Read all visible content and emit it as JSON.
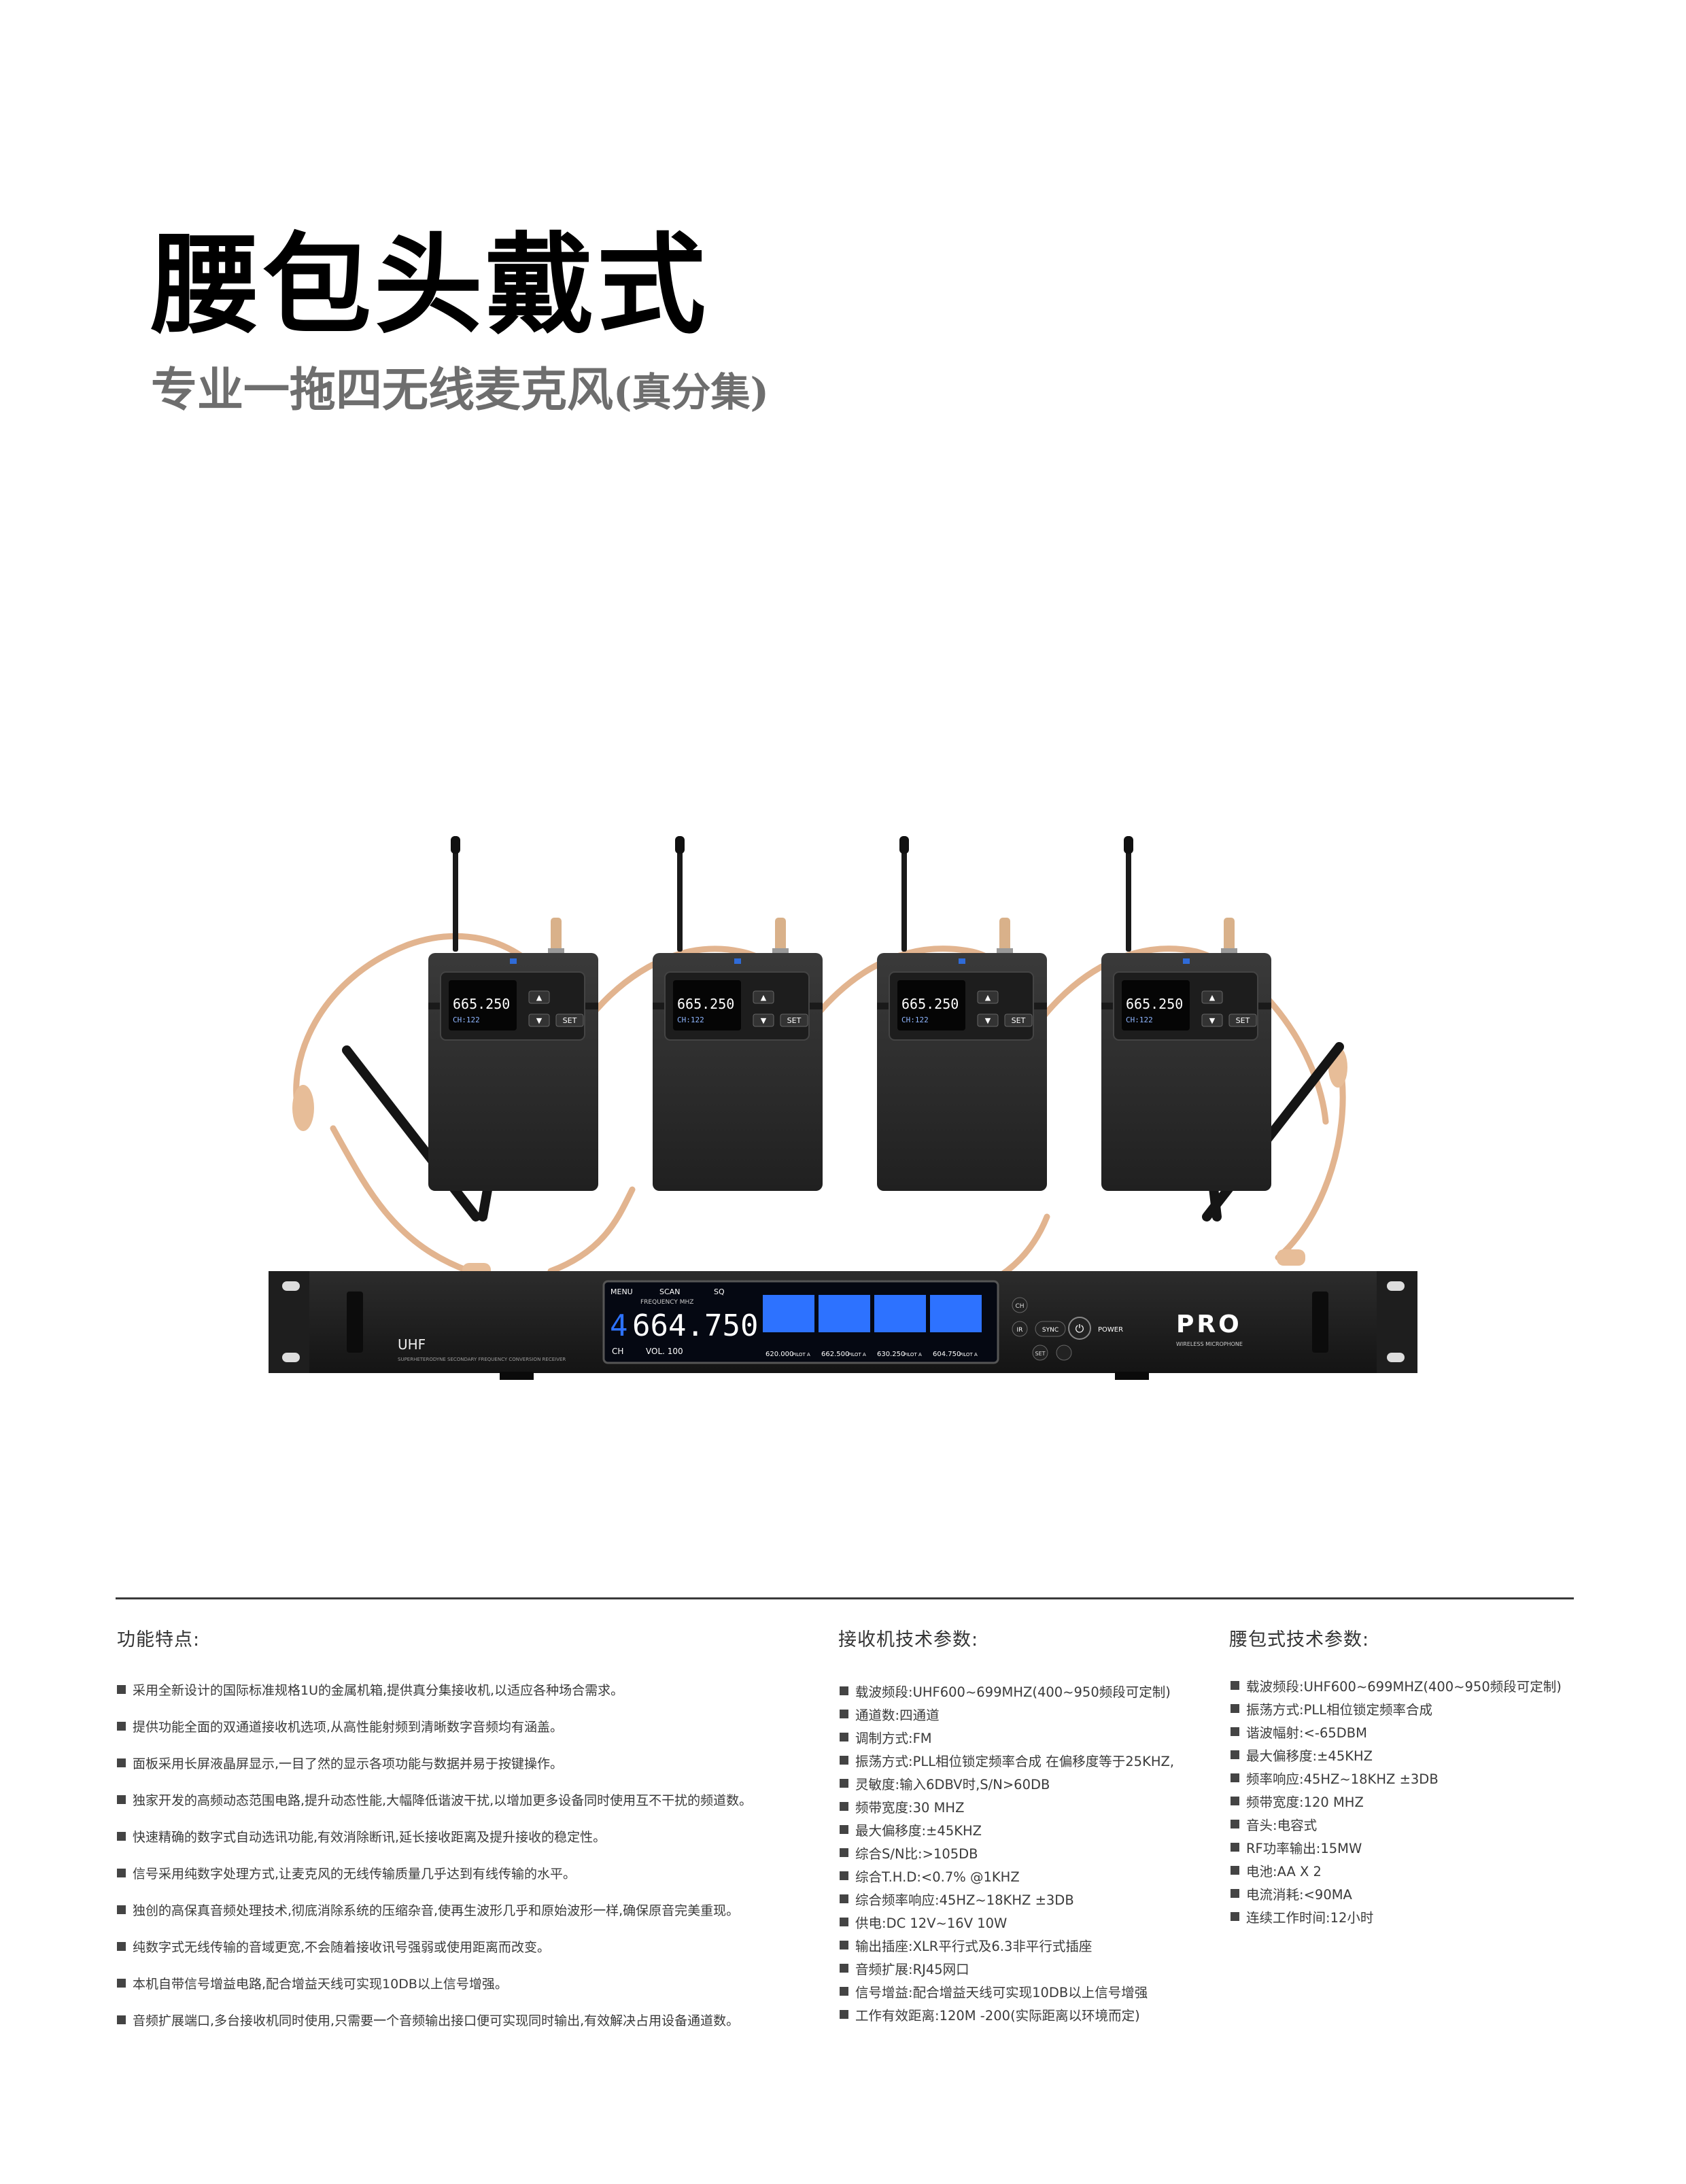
{
  "header": {
    "title": "腰包头戴式",
    "subtitle": "专业一拖四无线麦克风",
    "subtitle_paren": "(真分集)"
  },
  "product": {
    "pack_display_freq": "665.250",
    "pack_display_ch": "CH:122",
    "pack_up_label": "▲",
    "pack_down_label": "▼",
    "pack_set_label": "SET",
    "receiver_band": "UHF",
    "receiver_tagline": "SUPERHETERODYNE SECONDARY FREQUENCY CONVERSION RECEIVER",
    "lcd_menu": "MENU",
    "lcd_scan": "SCAN",
    "lcd_sq": "SQ",
    "lcd_freq_label": "FREQUENCY MHZ",
    "lcd_channel": "4",
    "lcd_freq": "664.750",
    "lcd_ch": "CH",
    "lcd_vol": "VOL. 100",
    "channel_freqs": [
      "620.000",
      "662.500",
      "630.250",
      "604.750"
    ],
    "channel_pilot": "PILOT A",
    "btn_ch": "CH",
    "btn_ir": "IR",
    "btn_sync": "SYNC",
    "btn_set": "SET",
    "power_label": "POWER",
    "brand_logo": "PRO",
    "brand_sub": "WIRELESS MICROPHONE"
  },
  "sections": {
    "features_title": "功能特点:",
    "receiver_title": "接收机技术参数:",
    "bodypack_title": "腰包式技术参数:"
  },
  "features": [
    "采用全新设计的国际标准规格1U的金属机箱,提供真分集接收机,以适应各种场合需求。",
    "提供功能全面的双通道接收机选项,从高性能射频到清晰数字音频均有涵盖。",
    "面板采用长屏液晶屏显示,一目了然的显示各项功能与数据并易于按键操作。",
    "独家开发的高频动态范围电路,提升动态性能,大幅降低谐波干扰,以增加更多设备同时使用互不干扰的频道数。",
    "快速精确的数字式自动选讯功能,有效消除断讯,延长接收距离及提升接收的稳定性。",
    "信号采用纯数字处理方式,让麦克风的无线传输质量几乎达到有线传输的水平。",
    "独创的高保真音频处理技术,彻底消除系统的压缩杂音,使再生波形几乎和原始波形一样,确保原音完美重现。",
    "纯数字式无线传输的音域更宽,不会随着接收讯号强弱或使用距离而改变。",
    "本机自带信号增益电路,配合增益天线可实现10DB以上信号增强。",
    "音频扩展端口,多台接收机同时使用,只需要一个音频输出接口便可实现同时输出,有效解决占用设备通道数。"
  ],
  "receiver_specs": [
    "载波频段:UHF600~699MHZ(400~950频段可定制)",
    "通道数:四通道",
    "调制方式:FM",
    "振荡方式:PLL相位锁定频率合成 在偏移度等于25KHZ,",
    "灵敏度:输入6DBV时,S/N>60DB",
    "频带宽度:30 MHZ",
    "最大偏移度:±45KHZ",
    "综合S/N比:>105DB",
    "综合T.H.D:<0.7% @1KHZ",
    "综合频率响应:45HZ~18KHZ ±3DB",
    "供电:DC 12V~16V 10W",
    "输出插座:XLR平行式及6.3非平行式插座",
    "音频扩展:RJ45网口",
    "信号增益:配合增益天线可实现10DB以上信号增强",
    "工作有效距离:120M -200(实际距离以环境而定)"
  ],
  "bodypack_specs": [
    "载波频段:UHF600~699MHZ(400~950频段可定制)",
    "振荡方式:PLL相位锁定频率合成",
    "谐波幅射:<-65DBM",
    "最大偏移度:±45KHZ",
    "频率响应:45HZ~18KHZ ±3DB",
    "频带宽度:120 MHZ",
    "音头:电容式",
    "RF功率输出:15MW",
    "电池:AA X 2",
    "电流消耗:<90MA",
    "连续工作时间:12小时"
  ]
}
